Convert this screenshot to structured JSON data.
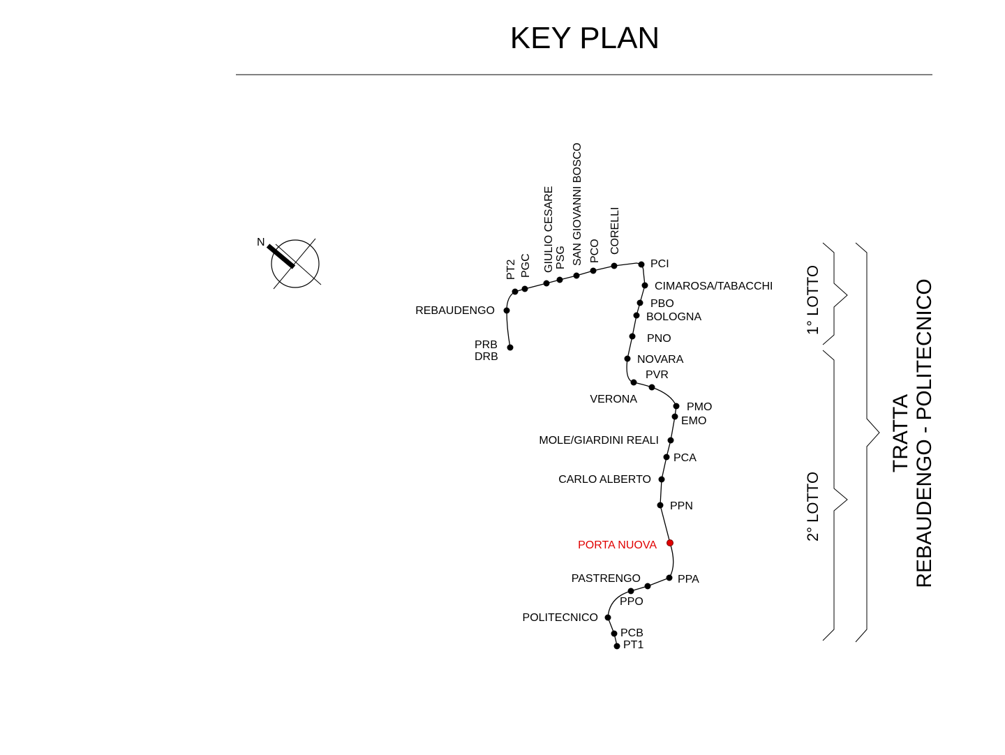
{
  "title": "KEY PLAN",
  "north_label": "N",
  "highlight_color": "#e00000",
  "line_color": "#000000",
  "stations": [
    {
      "id": "prb",
      "label": "PRB"
    },
    {
      "id": "drb",
      "label": "DRB"
    },
    {
      "id": "rebaudengo",
      "label": "REBAUDENGO"
    },
    {
      "id": "pt2",
      "label": "PT2"
    },
    {
      "id": "pgc",
      "label": "PGC"
    },
    {
      "id": "giulio-cesare",
      "label": "GIULIO CESARE"
    },
    {
      "id": "psg",
      "label": "PSG"
    },
    {
      "id": "san-giovanni-bosco",
      "label": "SAN GIOVANNI BOSCO"
    },
    {
      "id": "pco",
      "label": "PCO"
    },
    {
      "id": "corelli",
      "label": "CORELLI"
    },
    {
      "id": "pci",
      "label": "PCI"
    },
    {
      "id": "cimarosa-tabacchi",
      "label": "CIMAROSA/TABACCHI"
    },
    {
      "id": "pbo",
      "label": "PBO"
    },
    {
      "id": "bologna",
      "label": "BOLOGNA"
    },
    {
      "id": "pno",
      "label": "PNO"
    },
    {
      "id": "novara",
      "label": "NOVARA"
    },
    {
      "id": "pvr",
      "label": "PVR"
    },
    {
      "id": "verona",
      "label": "VERONA"
    },
    {
      "id": "pmo",
      "label": "PMO"
    },
    {
      "id": "emo",
      "label": "EMO"
    },
    {
      "id": "mole-giardini-reali",
      "label": "MOLE/GIARDINI REALI"
    },
    {
      "id": "pca",
      "label": "PCA"
    },
    {
      "id": "carlo-alberto",
      "label": "CARLO ALBERTO"
    },
    {
      "id": "ppn",
      "label": "PPN"
    },
    {
      "id": "porta-nuova",
      "label": "PORTA NUOVA",
      "highlighted": true
    },
    {
      "id": "ppa",
      "label": "PPA"
    },
    {
      "id": "pastrengo",
      "label": "PASTRENGO"
    },
    {
      "id": "ppo",
      "label": "PPO"
    },
    {
      "id": "politecnico",
      "label": "POLITECNICO"
    },
    {
      "id": "pcb",
      "label": "PCB"
    },
    {
      "id": "pt1",
      "label": "PT1"
    }
  ],
  "lotto_1": "1° LOTTO",
  "lotto_2": "2° LOTTO",
  "tratta_line1": "TRATTA",
  "tratta_line2": "REBAUDENGO - POLITECNICO"
}
